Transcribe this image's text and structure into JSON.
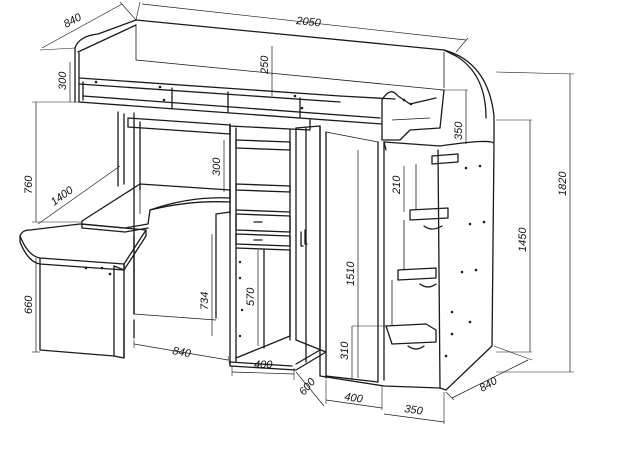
{
  "drawing": {
    "subject": "loft bed with desk, wardrobe and stairs",
    "units": "mm"
  },
  "dimensions": {
    "depth_top": "840",
    "length_total": "2050",
    "guard_rail_height": "300",
    "bed_guard_length": "250",
    "height_total": "1820",
    "ladder_rail_height": "350",
    "desk_top_height": "760",
    "desk_length": "1400",
    "shelf_spacing": "300",
    "stair_step": "210",
    "wardrobe_height": "1450",
    "wardrobe_inner_height": "1510",
    "desk_leg_height": "660",
    "desk_gap_height": "734",
    "door_height": "570",
    "drawer_height": "310",
    "desk_depth": "840",
    "cabinet_width": "400",
    "cabinet_depth": "600",
    "wardrobe_width": "400",
    "stairs_width": "350",
    "stairs_depth": "840"
  }
}
